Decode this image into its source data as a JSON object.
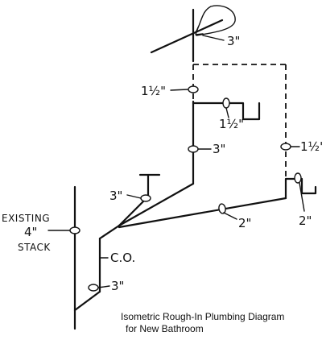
{
  "labels": {
    "top_size": "3\"",
    "vent_upper": "1½\"",
    "fixture_upper": "1½\"",
    "riser_mid": "3\"",
    "right_vent": "1½\"",
    "toilet_branch": "3\"",
    "lower_branch": "2\"",
    "right_trap": "2\"",
    "stack_line1": "EXISTING",
    "stack_line2": "4\"",
    "stack_line3": "STACK",
    "cleanout": "C.O.",
    "bottom_size": "3\""
  },
  "caption": {
    "line1": "Isometric Rough-In Plumbing Diagram",
    "line2": "for New Bathroom"
  }
}
